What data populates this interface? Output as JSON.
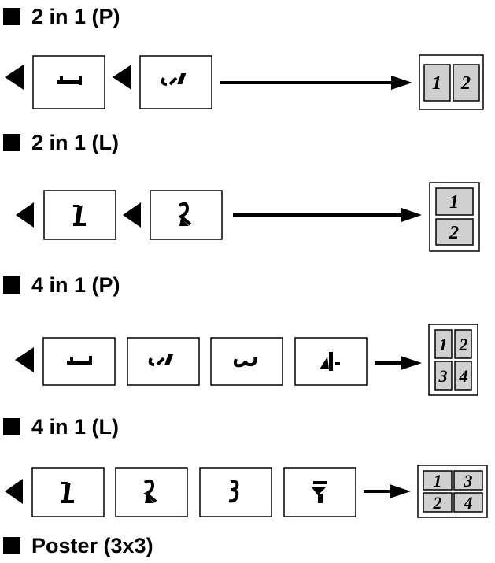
{
  "sections": [
    {
      "id": "2in1p",
      "heading": "2 in 1 (P)",
      "result_pages": [
        "1",
        "2"
      ]
    },
    {
      "id": "2in1l",
      "heading": "2 in 1 (L)",
      "result_pages": [
        "1",
        "2"
      ]
    },
    {
      "id": "4in1p",
      "heading": "4 in 1 (P)",
      "result_pages": [
        "1",
        "2",
        "3",
        "4"
      ]
    },
    {
      "id": "4in1l",
      "heading": "4 in 1 (L)",
      "result_pages": [
        "1",
        "3",
        "2",
        "4"
      ]
    },
    {
      "id": "poster",
      "heading": "Poster (3x3)"
    }
  ],
  "colors": {
    "ink": "#000000",
    "cell_fill": "#d0d0d0",
    "page_bg": "#ffffff"
  }
}
